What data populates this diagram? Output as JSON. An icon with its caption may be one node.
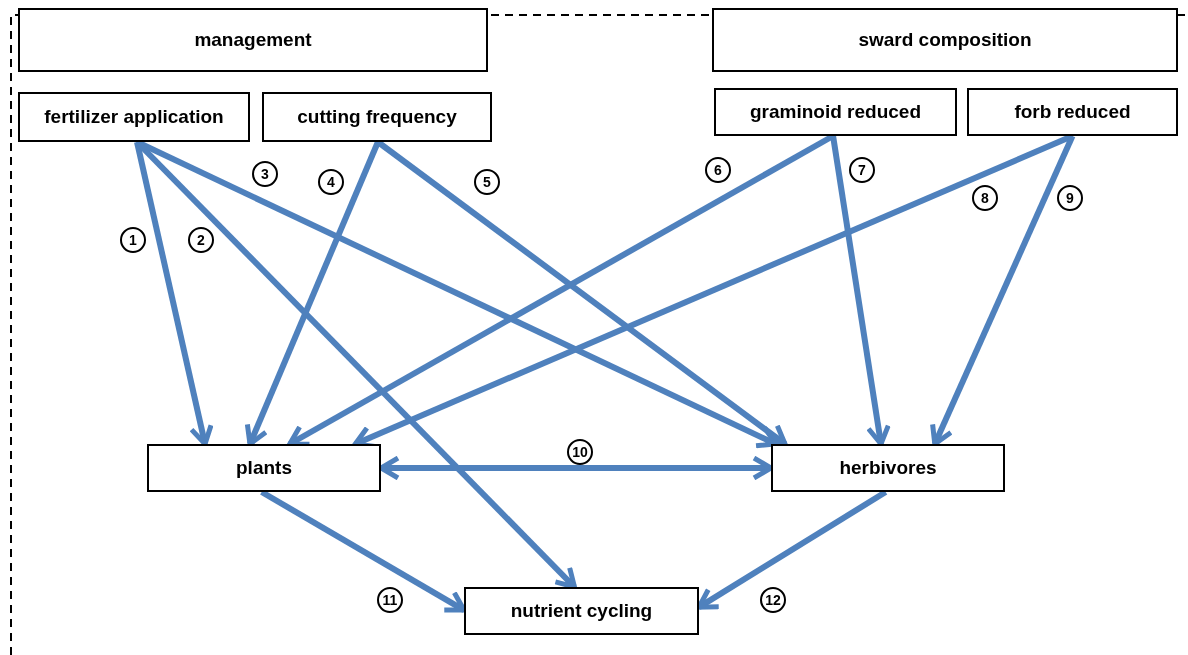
{
  "diagram": {
    "nodes": [
      {
        "text": [
          "management"
        ]
      },
      {
        "text": [
          "fertilizer application"
        ]
      },
      {
        "text": [
          "cutting frequency"
        ]
      },
      {
        "text": [
          "sward composition"
        ]
      },
      {
        "text": [
          "graminoid reduced"
        ]
      },
      {
        "text": [
          "forb reduced"
        ]
      },
      {
        "text": [
          "plants"
        ]
      },
      {
        "text": [
          "herbivores"
        ]
      },
      {
        "text": [
          "nutrient cycling"
        ]
      }
    ],
    "edges": [
      {
        "from": 1,
        "to": 6,
        "arrow": "to",
        "label": "1"
      },
      {
        "from": 1,
        "to": 8,
        "arrow": "to",
        "label": "2"
      },
      {
        "from": 1,
        "to": 7,
        "arrow": "to",
        "label": "3"
      },
      {
        "from": 2,
        "to": 6,
        "arrow": "to",
        "label": "4"
      },
      {
        "from": 2,
        "to": 7,
        "arrow": "to",
        "label": "5"
      },
      {
        "from": 4,
        "to": 6,
        "arrow": "to",
        "label": "6"
      },
      {
        "from": 4,
        "to": 7,
        "arrow": "to",
        "label": "7"
      },
      {
        "from": 5,
        "to": 6,
        "arrow": "to",
        "label": "8"
      },
      {
        "from": 5,
        "to": 7,
        "arrow": "to",
        "label": "9"
      },
      {
        "from": 6,
        "to": 7,
        "arrow": "both",
        "label": "10"
      },
      {
        "from": 6,
        "to": 8,
        "arrow": "to",
        "label": "11"
      },
      {
        "from": 7,
        "to": 8,
        "arrow": "to",
        "label": "12"
      }
    ]
  }
}
